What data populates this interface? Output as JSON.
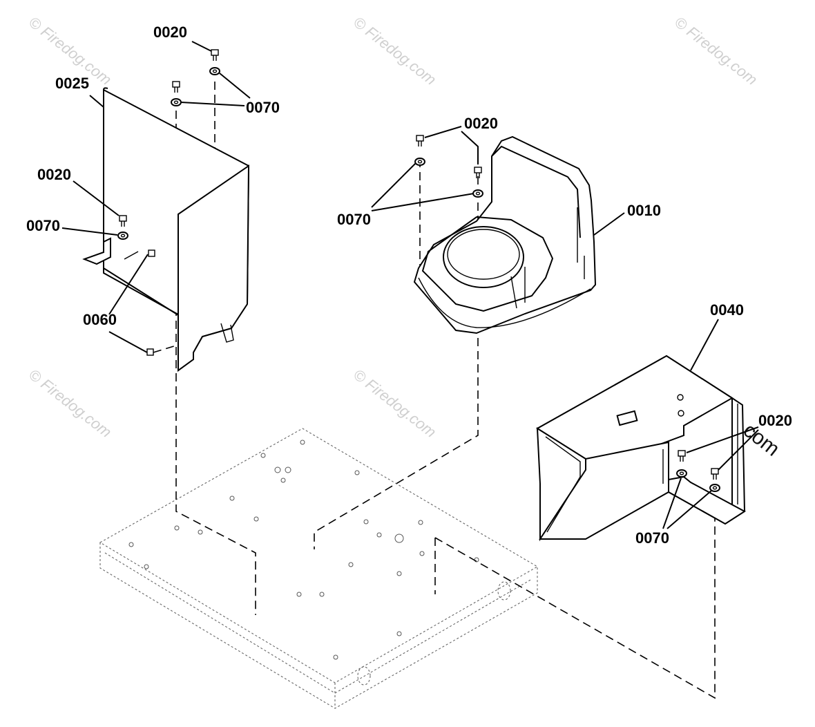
{
  "watermark": {
    "text": "© Firedog.com",
    "overlay_text": "©Firedog.com"
  },
  "labels": {
    "l0020_top": "0020",
    "l0025": "0025",
    "l0070_top": "0070",
    "l0020_left": "0020",
    "l0070_left": "0070",
    "l0060": "0060",
    "l0020_center": "0020",
    "l0070_center": "0070",
    "l0010": "0010",
    "l0040": "0040",
    "l0020_right": "0020",
    "l0070_right": "0070"
  }
}
